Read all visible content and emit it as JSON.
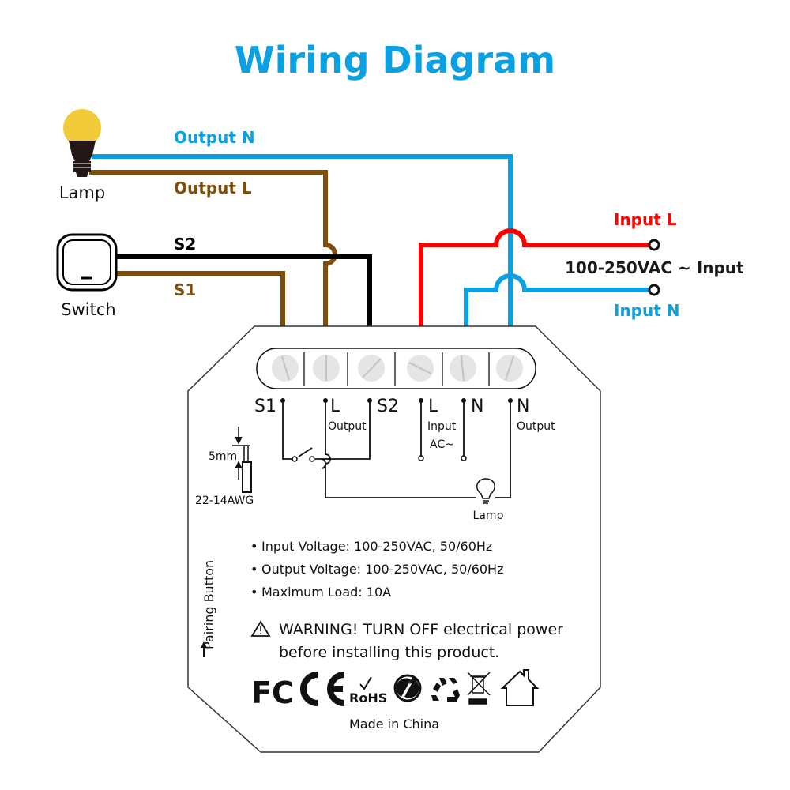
{
  "title": "Wiring Diagram",
  "colors": {
    "title": "#0aa0e2",
    "neutral_wire": "#0aa0e2",
    "output_l_wire": "#7f4f0a",
    "s1_wire": "#7f4f0a",
    "s2_wire": "#000000",
    "input_l_wire": "#ff0000",
    "lamp_bulb": "#f2ca3a"
  },
  "devices": {
    "lamp_label": "Lamp",
    "switch_label": "Switch"
  },
  "wires": {
    "output_n": "Output N",
    "output_l": "Output L",
    "s2": "S2",
    "s1": "S1",
    "input_l": "Input L",
    "input_n": "Input N",
    "input_voltage": "100-250VAC ~ Input"
  },
  "module": {
    "terminals": [
      {
        "label": "S1",
        "sub": ""
      },
      {
        "label": "L",
        "sub": "Output"
      },
      {
        "label": "S2",
        "sub": ""
      },
      {
        "label": "L",
        "sub": "Input",
        "sub2": "AC~"
      },
      {
        "label": "N",
        "sub": ""
      },
      {
        "label": "N",
        "sub": "Output"
      }
    ],
    "strip_length": "5mm",
    "wire_gauge": "22-14AWG",
    "internal_lamp_label": "Lamp",
    "pairing_button": "Pairing Button",
    "specs": [
      "Input Voltage: 100-250VAC, 50/60Hz",
      "Output Voltage: 100-250VAC, 50/60Hz",
      "Maximum Load: 10A"
    ],
    "warning_line1": "WARNING! TURN OFF electrical power",
    "warning_line2": "before installing this product.",
    "certifications": {
      "fcc": "FC",
      "ce": "CE",
      "rohs": "RoHS"
    },
    "origin": "Made in China"
  }
}
